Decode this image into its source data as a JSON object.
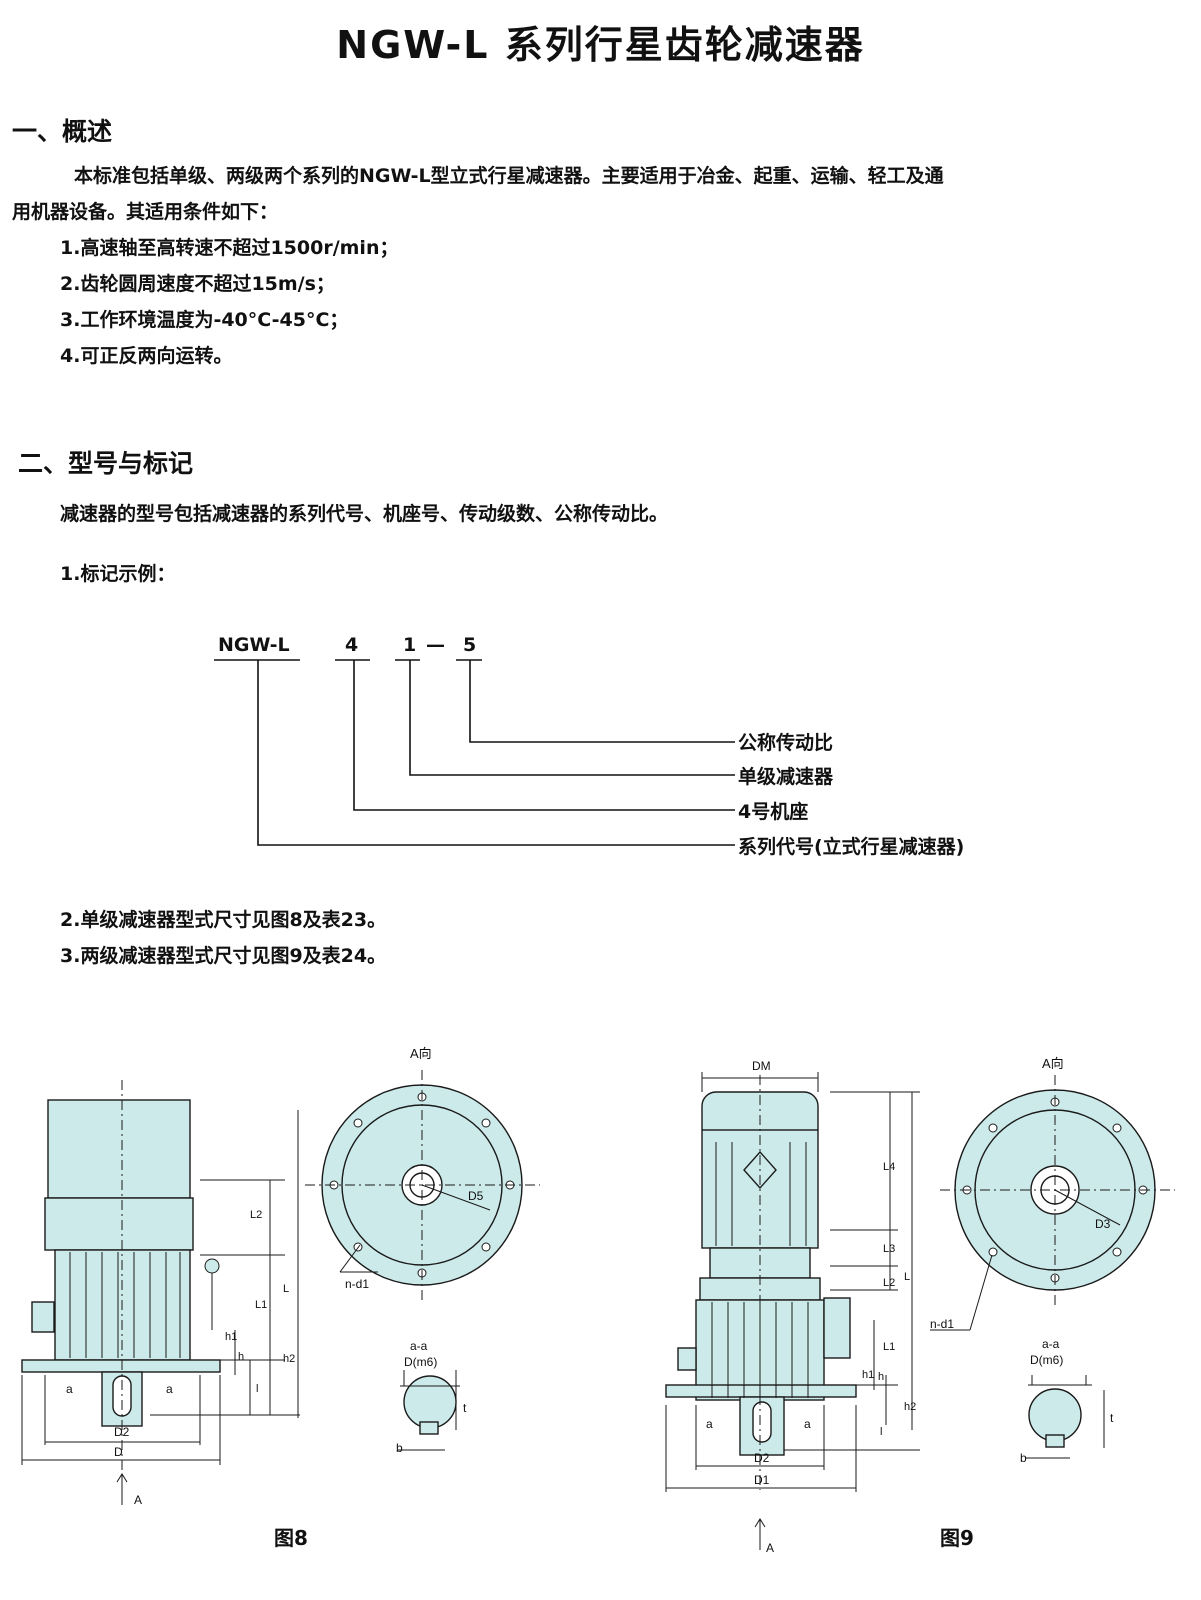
{
  "title": "NGW-L 系列行星齿轮减速器",
  "section1": {
    "heading": "一、概述",
    "intro_line1": "本标准包括单级、两级两个系列的NGW-L型立式行星减速器。主要适用于冶金、起重、运输、轻工及通",
    "intro_line2": "用机器设备。其适用条件如下：",
    "items": [
      "1.高速轴至高转速不超过1500r/min；",
      "2.齿轮圆周速度不超过15m/s；",
      "3.工作环境温度为-40°C-45°C；",
      "4.可正反两向运转。"
    ]
  },
  "section2": {
    "heading": "二、型号与标记",
    "desc": "减速器的型号包括减速器的系列代号、机座号、传动级数、公称传动比。",
    "example_title": "1.标记示例：",
    "marking": {
      "series": "NGW-L",
      "frame": "4",
      "stage": "1",
      "dash": "—",
      "ratio": "5",
      "labels": [
        "公称传动比",
        "单级减速器",
        "4号机座",
        "系列代号(立式行星减速器)"
      ]
    },
    "notes": [
      "2.单级减速器型式尺寸见图8及表23。",
      "3.两级减速器型式尺寸见图9及表24。"
    ]
  },
  "figures": {
    "fig8": {
      "caption": "图8",
      "labels": {
        "view": "A向",
        "d5": "D5",
        "ndl": "n-d1",
        "l2": "L2",
        "l": "L",
        "l1": "L1",
        "h1": "h1",
        "h": "h",
        "h2": "h2",
        "l_small": "l",
        "d2": "D2",
        "d": "D",
        "a": "A",
        "sec": "a-a",
        "dm6": "D(m6)",
        "t": "t",
        "b": "b",
        "aa": "a"
      }
    },
    "fig9": {
      "caption": "图9",
      "labels": {
        "dm": "DM",
        "view": "A向",
        "d3": "D3",
        "ndl": "n-d1",
        "l4": "L4",
        "l3": "L3",
        "l2": "L2",
        "l": "L",
        "l1": "L1",
        "h1": "h1",
        "h": "h",
        "h2": "h2",
        "l_small": "l",
        "d2": "D2",
        "d1": "D1",
        "a": "A",
        "sec": "a-a",
        "dm6": "D(m6)",
        "t": "t",
        "b": "b",
        "aa": "a"
      }
    }
  },
  "colors": {
    "fill": "#cdeaea",
    "line": "#1a1a1a"
  }
}
